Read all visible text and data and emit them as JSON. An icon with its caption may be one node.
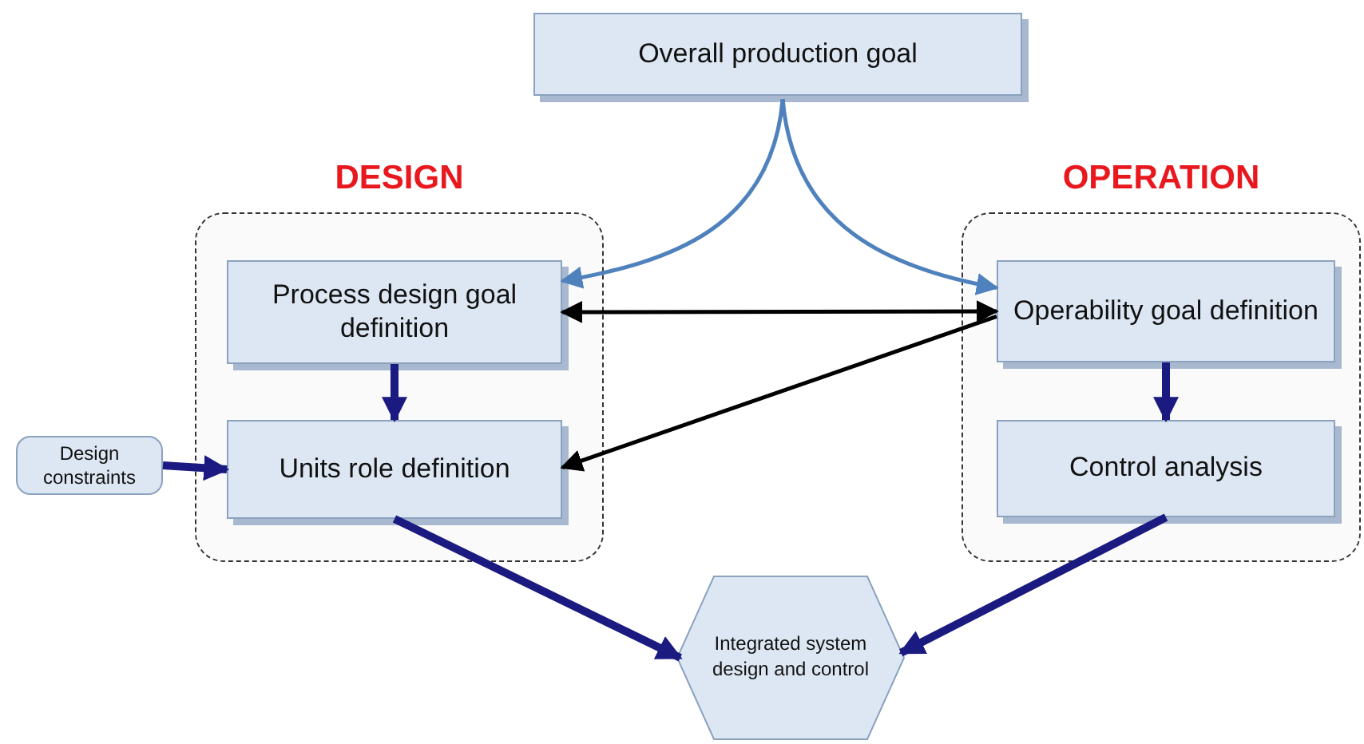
{
  "diagram": {
    "nodes": [
      {
        "text": [
          "Overall production goal"
        ]
      },
      {
        "text": [
          "DESIGN"
        ]
      },
      {
        "text": [
          "Process design goal definition"
        ],
        "in": 1
      },
      {
        "text": [
          "Units role definition"
        ],
        "in": 1
      },
      {
        "text": [
          "OPERATION"
        ]
      },
      {
        "text": [
          "Operability goal definition"
        ],
        "in": 4
      },
      {
        "text": [
          "Control analysis"
        ],
        "in": 4
      },
      {
        "text": [
          "Design constraints"
        ]
      },
      {
        "text": [
          "Integrated system design and control"
        ]
      }
    ],
    "edges": [
      {
        "from": 0,
        "to": 2,
        "arrow": "to",
        "color": "#4f81bd"
      },
      {
        "from": 0,
        "to": 5,
        "arrow": "to",
        "color": "#4f81bd"
      },
      {
        "from": 2,
        "to": 5,
        "arrow": "both",
        "color": "#000000"
      },
      {
        "from": 5,
        "to": 3,
        "arrow": "to",
        "color": "#000000"
      },
      {
        "from": 2,
        "to": 3,
        "arrow": "to"
      },
      {
        "from": 5,
        "to": 6,
        "arrow": "to"
      },
      {
        "from": 7,
        "to": 3,
        "arrow": "to"
      },
      {
        "from": 3,
        "to": 8,
        "arrow": "to"
      },
      {
        "from": 6,
        "to": 8,
        "arrow": "to"
      }
    ]
  }
}
